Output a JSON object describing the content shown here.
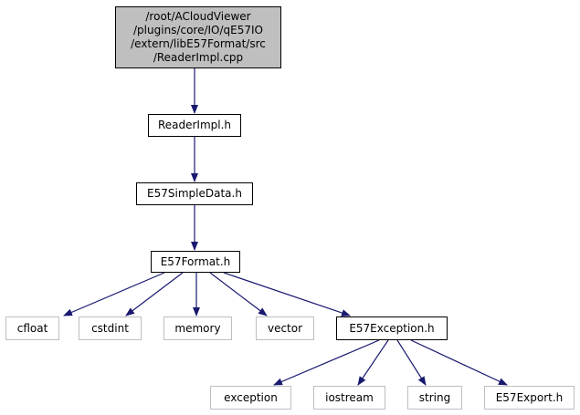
{
  "colors": {
    "edge": "#191970",
    "root_fill": "#bfbfbf",
    "external_border": "#bfbfbf",
    "node_border": "#000000"
  },
  "nodes": {
    "root": {
      "lines": [
        "/root/ACloudViewer",
        "/plugins/core/IO/qE57IO",
        "/extern/libE57Format/src",
        "/ReaderImpl.cpp"
      ]
    },
    "reader_impl_h": {
      "label": "ReaderImpl.h"
    },
    "e57_simple_data_h": {
      "label": "E57SimpleData.h"
    },
    "e57_format_h": {
      "label": "E57Format.h"
    },
    "cfloat": {
      "label": "cfloat"
    },
    "cstdint": {
      "label": "cstdint"
    },
    "memory": {
      "label": "memory"
    },
    "vector": {
      "label": "vector"
    },
    "e57_exception_h": {
      "label": "E57Exception.h"
    },
    "exception": {
      "label": "exception"
    },
    "iostream": {
      "label": "iostream"
    },
    "string": {
      "label": "string"
    },
    "e57_export_h": {
      "label": "E57Export.h"
    }
  }
}
